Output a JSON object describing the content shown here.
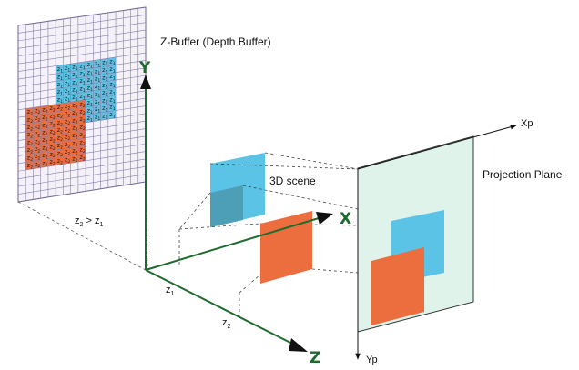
{
  "title": "Z-Buffer (Depth Buffer)",
  "scene_label": "3D scene",
  "projection_label": "Projection Plane",
  "axes": {
    "y": "Y",
    "x": "X",
    "z": "Z",
    "xp": "Xp",
    "yp": "Yp"
  },
  "depth_labels": {
    "z1": {
      "base": "z",
      "sub": "1"
    },
    "z2": {
      "base": "z",
      "sub": "2"
    }
  },
  "comparison": {
    "left": "z",
    "left_sub": "2",
    "op": " > ",
    "right": "z",
    "right_sub": "1"
  },
  "cell_text": {
    "base": "z",
    "blue_sub": "1",
    "orange_sub": "2"
  },
  "colors": {
    "blue": "#5bc3e6",
    "orange": "#ec6e3f",
    "axis_green": "#1f6b2e",
    "grid_line": "#8a7fa8",
    "grid_bg": "#f4f1f8",
    "plane": "#dff3ea"
  }
}
